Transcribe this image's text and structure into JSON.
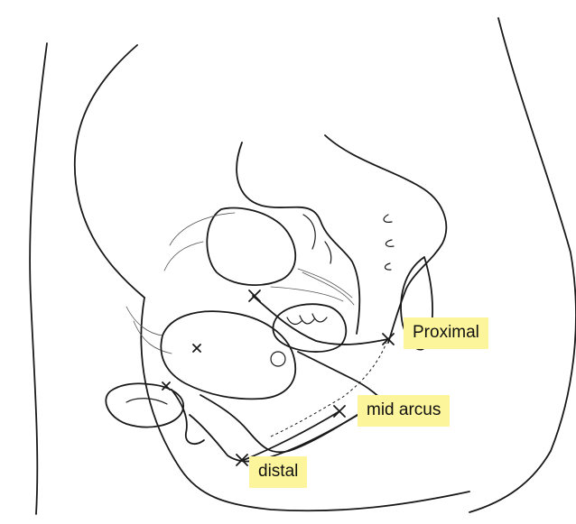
{
  "colors": {
    "label_background": "#fdf59b",
    "ink": "#1a1a1a"
  },
  "labels": {
    "proximal": "Proximal",
    "mid_arcus": "mid arcus",
    "distal": "distal"
  }
}
